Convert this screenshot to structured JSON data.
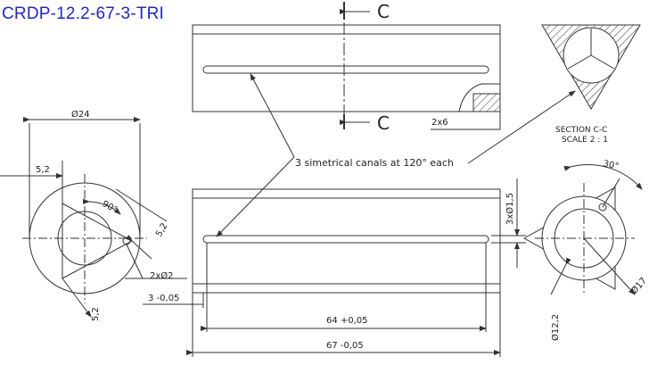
{
  "title": "CRDP-12.2-67-3-TRI",
  "section_marker": "C",
  "section_label": "SECTION C-C",
  "scale_label": "SCALE 2 : 1",
  "callout_note": "3 simetrical canals at 120° each",
  "dims": {
    "dia24": "Ø24",
    "d5_2_left": "5,2",
    "angle90": "90°",
    "d5_2_right": "5,2",
    "d5_2_bottom": "5,2",
    "hole2x": "2xØ2",
    "d3": "3 -0,05",
    "d2x6": "2x6",
    "d3x1_5": "3xØ1,5",
    "d64": "64 +0,05",
    "d67": "67 -0,05",
    "angle30": "30°",
    "dia17": "Ø17",
    "dia12_2": "Ø12,2"
  }
}
